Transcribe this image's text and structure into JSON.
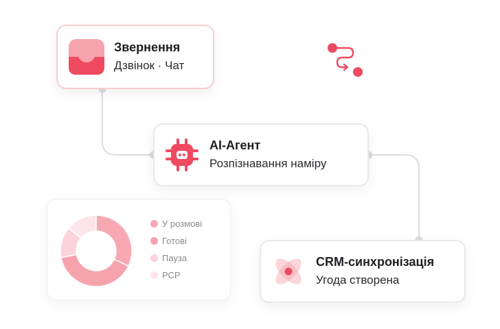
{
  "colors": {
    "accent": "#ef4a60",
    "accent_light": "#f7a3ad",
    "line": "#dcdce0",
    "node": "#dcdce0"
  },
  "requests": {
    "title": "Звернення",
    "subtitle": "Дзвінок · Чат",
    "icon": "inbox-icon"
  },
  "agent": {
    "title": "AI-Агент",
    "subtitle": "Розпізнавання наміру",
    "icon": "robot-chip-icon"
  },
  "crm": {
    "title": "CRM-синхронізація",
    "subtitle": "Угода створена",
    "icon": "atom-icon"
  },
  "route_icon": "route-icon",
  "chart_data": {
    "type": "pie",
    "donut": true,
    "categories": [
      "У розмові",
      "Готові",
      "Пауза",
      "РСР"
    ],
    "values": [
      32,
      40,
      14,
      14
    ],
    "colors": [
      "#f7a8b2",
      "#f7a3ad",
      "#fbd3d9",
      "#fde6e9"
    ]
  }
}
